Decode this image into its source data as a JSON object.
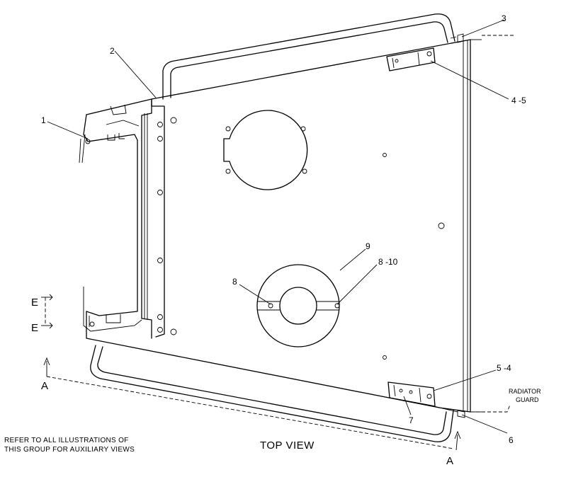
{
  "diagram": {
    "title": "TOP VIEW",
    "note_line1": "REFER TO ALL ILLUSTRATIONS OF",
    "note_line2": "THIS GROUP FOR AUXILIARY VIEWS",
    "guard_line1": "RADIATOR",
    "guard_line2": "GUARD",
    "callouts": {
      "c1": "1",
      "c2": "2",
      "c3": "3",
      "c4_5": "4 -5",
      "c5_4": "5 -4",
      "c6": "6",
      "c7": "7",
      "c8": "8",
      "c8_10": "8 -10",
      "c9": "9"
    },
    "section_e_upper": "E",
    "section_e_lower": "E",
    "section_a_left": "A",
    "section_a_right": "A"
  }
}
